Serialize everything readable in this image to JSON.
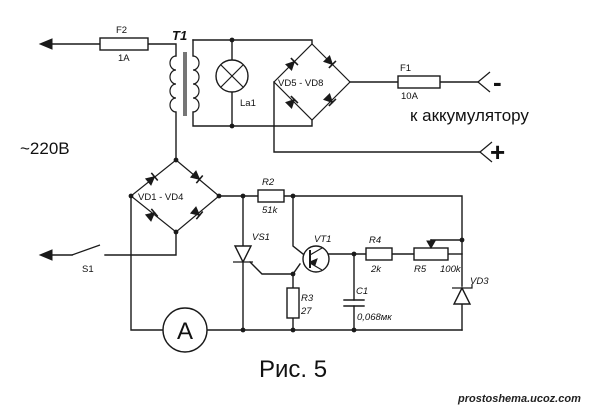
{
  "labels": {
    "f2_ref": "F2",
    "f2_rating": "1A",
    "t1_ref": "T1",
    "la1_ref": "La1",
    "vd5_vd8_ref": "VD5 - VD8",
    "f1_ref": "F1",
    "f1_rating": "10A",
    "minus_sign": "-",
    "plus_sign": "+",
    "battery_text": "к аккумулятору",
    "mains_text": "~220В",
    "vd1_vd4_ref": "VD1 - VD4",
    "r2_ref": "R2",
    "r2_value": "51k",
    "s1_ref": "S1",
    "vs1_ref": "VS1",
    "vt1_ref": "VT1",
    "r4_ref": "R4",
    "r4_value": "2k",
    "r5_ref": "R5",
    "r5_value": "100k",
    "vd3_ref": "VD3",
    "c1_ref": "C1",
    "c1_value": "0,068мк",
    "r3_ref": "R3",
    "r3_value": "27",
    "ammeter_symbol": "A",
    "figure_caption": "Рис. 5",
    "watermark": "prostoshema.ucoz.com"
  }
}
